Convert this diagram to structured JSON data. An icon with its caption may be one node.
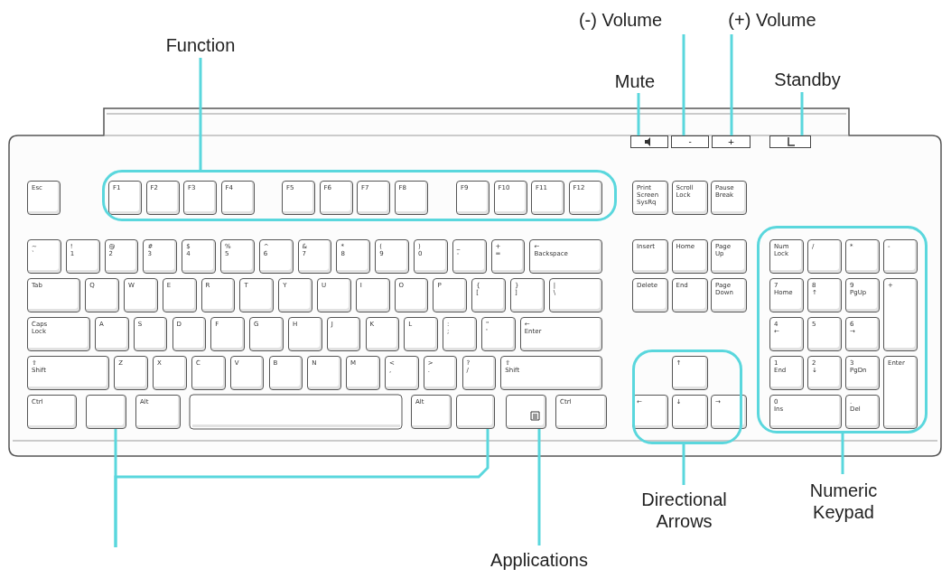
{
  "diagram": {
    "nodes": [
      {
        "text": [
          "(-) Volume"
        ]
      },
      {
        "text": [
          "(+) Volume"
        ]
      },
      {
        "text": [
          "Function"
        ]
      },
      {
        "text": [
          "Mute"
        ]
      },
      {
        "text": [
          "Standby"
        ]
      },
      {
        "text": [],
        "shape": "box"
      },
      {
        "text": [
          "-"
        ]
      },
      {
        "text": [
          "+"
        ]
      },
      {
        "text": [],
        "shape": "box"
      },
      {
        "text": [],
        "shape": "box"
      },
      {
        "text": [],
        "shape": "box"
      },
      {
        "text": [],
        "shape": "box"
      },
      {
        "text": [],
        "shape": "box"
      },
      {
        "text": [],
        "shape": "box"
      },
      {
        "text": [],
        "shape": "box"
      },
      {
        "text": [
          "Directional Arrows"
        ]
      },
      {
        "text": [
          "Numeric Keypad"
        ]
      },
      {
        "text": [
          "Applications"
        ]
      }
    ],
    "edges": [
      {
        "from": 2,
        "to": 9,
        "arrow": "none"
      },
      {
        "from": 3,
        "to": 5,
        "arrow": "none"
      },
      {
        "from": 0,
        "to": 6,
        "arrow": "none"
      },
      {
        "from": 1,
        "to": 7,
        "arrow": "none"
      },
      {
        "from": 4,
        "to": 8,
        "arrow": "none"
      },
      {
        "from": 15,
        "to": 11,
        "arrow": "none"
      },
      {
        "from": 16,
        "to": 10,
        "arrow": "none"
      },
      {
        "from": null,
        "to": 12,
        "arrow": "none"
      },
      {
        "from": null,
        "to": 13,
        "arrow": "none"
      },
      {
        "from": 17,
        "to": 14,
        "arrow": "none"
      }
    ],
    "labels": [
      "Esc",
      "F1",
      "F2",
      "F3",
      "F4",
      "F5",
      "F6",
      "F7",
      "F8",
      "F9",
      "F10",
      "F11",
      "F12",
      "Print Screen SysRq",
      "Scroll Lock",
      "Pause Break",
      "~ `",
      "! 1",
      "@ 2",
      "# 3",
      "$ 4",
      "% 5",
      "^ 6",
      "& 7",
      "* 8",
      "( 9",
      ") 0",
      "_ -",
      "+ =",
      "← Backspace",
      "Insert",
      "Home",
      "Page Up",
      "Num Lock",
      "/",
      "*",
      "-",
      "Tab",
      "Q",
      "W",
      "E",
      "R",
      "T",
      "Y",
      "U",
      "I",
      "O",
      "P",
      "{ [",
      "} ]",
      "| \\",
      "Delete",
      "End",
      "Page Down",
      "7 Home",
      "8 ↑",
      "9 PgUp",
      "+",
      "Caps Lock",
      "A",
      "S",
      "D",
      "F",
      "G",
      "H",
      "J",
      "K",
      "L",
      ": ;",
      "\" '",
      "← Enter",
      "4 ←",
      "5",
      "6 →",
      "⇧ Shift",
      "Z",
      "X",
      "C",
      "V",
      "B",
      "N",
      "M",
      "< ,",
      "> .",
      "? /",
      "⇧ Shift",
      "↑",
      "1 End",
      "2 ↓",
      "3 PgDn",
      "Enter",
      "Ctrl",
      "Alt",
      "Alt",
      "Ctrl",
      "←",
      "↓",
      "→",
      "0 Ins",
      ". Del"
    ]
  }
}
